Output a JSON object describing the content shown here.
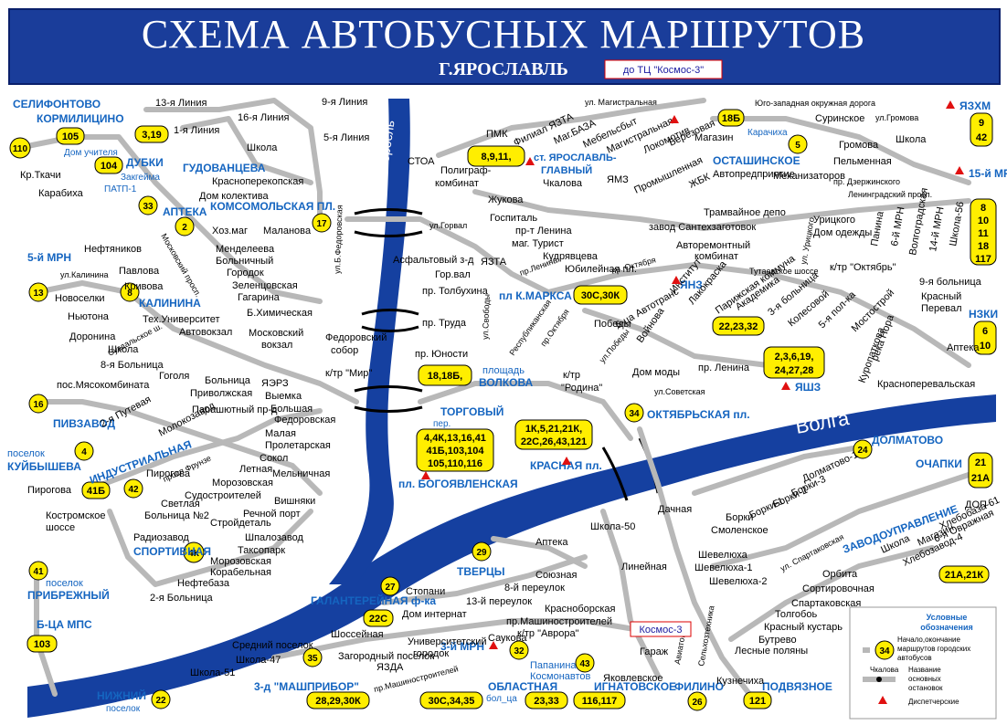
{
  "header": {
    "title": "СХЕМА АВТОБУСНЫХ МАРШРУТОВ",
    "subtitle": "Г.ЯРОСЛАВЛЬ",
    "link_label": "до ТЦ \"Космос-3\""
  },
  "colors": {
    "banner": "#1a3d9a",
    "river": "#1540a0",
    "road": "#b8b8b8",
    "badge": "#ffee00",
    "district": "#1565c0",
    "marker": "#e01010"
  },
  "water": {
    "volga_top": "Волга",
    "volga_bottom": "Волга",
    "kotorosl": "р. Которосль"
  },
  "districts": [
    "СЕЛИФОНТОВО",
    "КОРМИЛИЦИНО",
    "ДУБКИ",
    "Дом учителя",
    "Закгейма",
    "ПАТП-1",
    "ГУДОВАНЦЕВА",
    "АПТЕКА",
    "КОМСОМОЛЬСКАЯ ПЛ.",
    "5-й МРН",
    "КАЛИНИНА",
    "ПИВЗАВОД",
    "поселок",
    "КУЙБЫШЕВА",
    "ИНДУСТРИАЛЬНАЯ",
    "СПОРТИВНАЯ",
    "поселок",
    "ПРИБРЕЖНЫЙ",
    "Б-ЦА МПС",
    "НИЖНИЙ",
    "поселок",
    "Карачиха",
    "ОСТАШИНСКОЕ",
    "ЯЗХМ",
    "15-й МРН",
    "НЗКИ",
    "ЯНЗ",
    "ЯШЗ",
    "пл К.МАРКСА",
    "площадь",
    "ВОЛКОВА",
    "ТОРГОВЫЙ",
    "пер.",
    "пл. БОГОЯВЛЕНСКАЯ",
    "КРАСНАЯ пл.",
    "ОКТЯБРЬСКАЯ пл.",
    "ДОЛМАТОВО",
    "ОЧАПКИ",
    "ЗАВОДОУПРАВЛЕНИЕ",
    "ТВЕРЦЫ",
    "ГАЛАНТЕРЕЙНАЯ ф-ка",
    "3-й МРН",
    "3-д \"МАШПРИБОР\"",
    "ОБЛАСТНАЯ",
    "бол_ца",
    "Папанина",
    "Космонавтов",
    "ИГНАТОВСКОЕ",
    "ФИЛИНО",
    "ПОДВЯЗНОЕ",
    "ст. ЯРОСЛАВЛЬ-",
    "ГЛАВНЫЙ"
  ],
  "stops": [
    "13-я Линия",
    "9-я Линия",
    "1-я Линия",
    "16-я Линия",
    "5-я Линия",
    "Школа",
    "Кр.Ткачи",
    "Карабиха",
    "Красноперекопская",
    "Дом колектива",
    "Хоз.маг",
    "Малановa",
    "Менделеева",
    "Больничный",
    "Городок",
    "Нефтяников",
    "Павлова",
    "Кривова",
    "Зеленцовская",
    "Гагарина",
    "Новоселки",
    "Ньютона",
    "Доронина",
    "Тех.Университет",
    "Автовокзал",
    "Б.Химическая",
    "Московский",
    "вокзал",
    "Школа",
    "8-я Больница",
    "пос.Мясокомбината",
    "Гоголя",
    "Больница",
    "ЯЭРЗ",
    "Приволжская",
    "Выемка",
    "Большая",
    "Федоровская",
    "2-я Путевая",
    "Молокозавод",
    "Парашютный пр-д",
    "Малая",
    "Пролетарская",
    "Сокол",
    "Летная",
    "Мельничная",
    "Пирогова",
    "Морозовская",
    "Судостроителей",
    "Светлая",
    "Больница №2",
    "Вишняки",
    "Речной порт",
    "Стройдеталь",
    "Костромское",
    "шоссе",
    "Радиозавод",
    "Шпалозавод",
    "Таксопарк",
    "Морозовская",
    "Корабельная",
    "Нефтебаза",
    "2-я Больница",
    "Федоровский",
    "собор",
    "к/тр \"Мир\"",
    "пр. Юности",
    "пр. Труда",
    "пр. Толбухина",
    "Гор.вал",
    "Асфальтовый з-д",
    "СТОА",
    "Полиграф-",
    "комбинат",
    "Жукова",
    "Госпиталь",
    "пр-т Ленина",
    "маг. Турист",
    "Кудрявцева",
    "Юбилейная пл.",
    "ЯЗТА",
    "ПМК",
    "Филиал ЯЗТА",
    "Маг.БАЗА",
    "Мебельсбыт",
    "Магистральная",
    "Локомотив",
    "Березовая",
    "Магазин",
    "Чкалова",
    "ЯМЗ",
    "Промышленная",
    "ЖБК",
    "Суринское",
    "Школа",
    "Громова",
    "Пельменная",
    "Автопредприятие",
    "Механизаторов",
    "Трамвайное депо",
    "завод Сантехзаготовок",
    "Авторемонтный",
    "комбинат",
    "Институт",
    "Лакокраска",
    "Парижская коммуна",
    "Академика",
    "3-я больница",
    "Колесовой",
    "5-я пол-ка",
    "Мостострой",
    "Урицкого",
    "Дом одежды",
    "к/тр \"Октябрь\"",
    "Панина",
    "6-й МРН",
    "Волгоградская",
    "14-й МРН",
    "Школа-56",
    "9-я больница",
    "Красный",
    "Перевал",
    "Куропаткова",
    "река Нора",
    "Аптека",
    "Красноперевальская",
    "Победы",
    "Войнова",
    "Дом моды",
    "пр. Ленина",
    "к/тр",
    "\"Родина\"",
    "6-ца Автотранс",
    "Долматово-1",
    "Борки-3",
    "Борки-2",
    "Борки-1",
    "Борки",
    "Смоленское",
    "Дачная",
    "Школа-50",
    "Аптека",
    "Союзная",
    "Линейная",
    "Шевелюха",
    "Шевелюха-1",
    "Шевелюха-2",
    "ДОП",
    "Хлебобаза-61",
    "6-я Овражная",
    "Магазин",
    "Школа",
    "Хлебозавод-4",
    "Орбита",
    "Сортировочная",
    "Спартаковская",
    "Толгобоь",
    "Красный кустарь",
    "Бутрево",
    "Лесные поляны",
    "Кузнечиха",
    "8-й переулок",
    "13-й переулок",
    "Стопани",
    "Дом интернат",
    "Красноборская",
    "пр.Машиностроителей",
    "к/тр \"Аврора\"",
    "Саукова",
    "Университетский",
    "городок",
    "Средний поселок",
    "Шоссейная",
    "Школа-47",
    "Школа-51",
    "Загородный поселок",
    "ЯЗДА",
    "Гараж",
    "Яковлевское",
    "Пирогова"
  ],
  "streets": [
    "ул. Магистральная",
    "Юго-западная окружная дорога",
    "ул.Громова",
    "пр. Дзержинского",
    "Ленинградский просп.",
    "ул.Горвал",
    "ул.Б.Федоровская",
    "пр.Ленина",
    "пр. Октября",
    "ул.Свободы",
    "Республиканская",
    "пр.Октября",
    "ул.Победы",
    "ул.Советская",
    "Тутаевское шоссе",
    "ул. Урицкого",
    "Московский просп.",
    "ул.Калинина",
    "Суздальское ш.",
    "просп.Фрунзе",
    "пр.Машиностроителей",
    "ул. Спартаковская",
    "Сельхозтехника",
    "Авиатов"
  ],
  "route_badges": [
    {
      "text": "105"
    },
    {
      "text": "110"
    },
    {
      "text": "3,19"
    },
    {
      "text": "104"
    },
    {
      "text": "33"
    },
    {
      "text": "2"
    },
    {
      "text": "17"
    },
    {
      "text": "13"
    },
    {
      "text": "8"
    },
    {
      "text": "16"
    },
    {
      "text": "4"
    },
    {
      "text": "41Б"
    },
    {
      "text": "42"
    },
    {
      "text": "4К"
    },
    {
      "text": "41"
    },
    {
      "text": "103"
    },
    {
      "text": "22"
    },
    {
      "text": "35"
    },
    {
      "text": "27"
    },
    {
      "text": "22С"
    },
    {
      "text": "28,29,30К"
    },
    {
      "text": "32"
    },
    {
      "text": "30С,34,35"
    },
    {
      "text": "43"
    },
    {
      "text": "23,33"
    },
    {
      "text": "116,117"
    },
    {
      "text": "26"
    },
    {
      "text": "121"
    },
    {
      "text": "29"
    },
    {
      "text": "34"
    },
    {
      "text": "24"
    },
    {
      "text": "21"
    },
    {
      "text": "21А"
    },
    {
      "text": "21А,21К"
    },
    {
      "text": "18Б"
    },
    {
      "text": "5"
    },
    {
      "text": "9"
    },
    {
      "text": "42"
    },
    {
      "text": "8,9,11,"
    },
    {
      "text": "30С,30К"
    },
    {
      "text": "22,23,32"
    },
    {
      "text": "2,3,6,19,"
    },
    {
      "text": "24,27,28"
    },
    {
      "text": "18,18Б,"
    },
    {
      "text": "4,4К,13,16,41"
    },
    {
      "text": "41Б,103,104"
    },
    {
      "text": "105,110,116"
    },
    {
      "text": "1К,5,21,21К,"
    },
    {
      "text": "22С,26,43,121"
    },
    {
      "text": "8"
    },
    {
      "text": "10"
    },
    {
      "text": "11"
    },
    {
      "text": "18"
    },
    {
      "text": "117"
    },
    {
      "text": "6"
    },
    {
      "text": "10"
    }
  ],
  "bottom_labels": {
    "kosmos": "Космос-3"
  },
  "legend": {
    "title1": "Условные",
    "title2": "обозначения",
    "item1_badge": "34",
    "item1_text1": "Начало,окончание",
    "item1_text2": "маршрутов городских",
    "item1_text3": "автобусов",
    "item2_stop": "Чкалова",
    "item2_text1": "Название",
    "item2_text2": "основных",
    "item2_text3": "остановок",
    "item3_text": "Диспетчерские"
  }
}
